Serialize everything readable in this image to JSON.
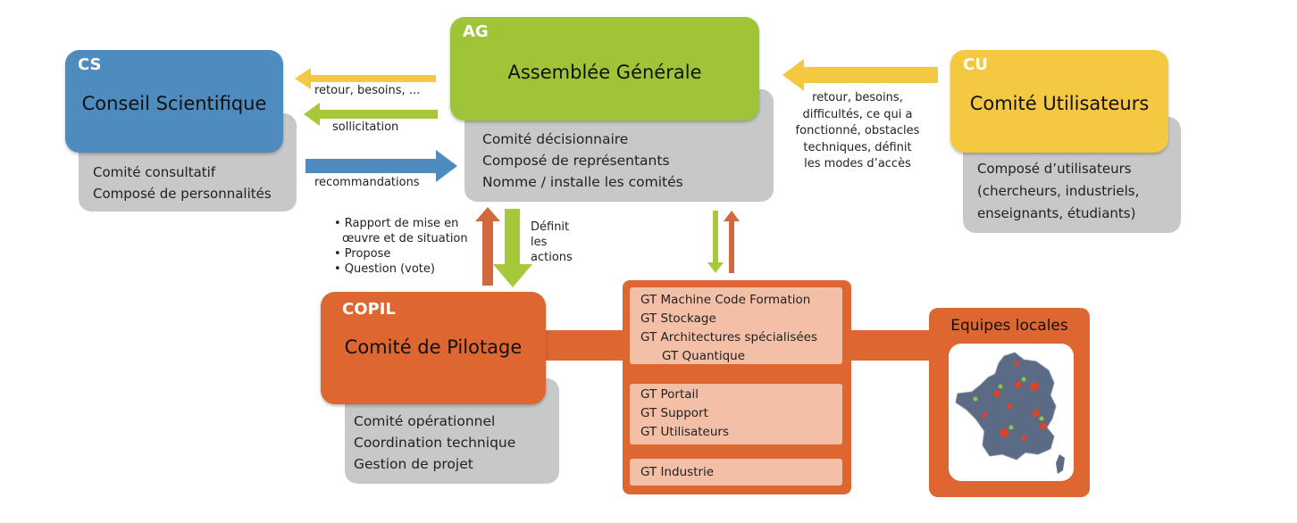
{
  "ag": {
    "code": "AG",
    "name": "Assemblée Générale",
    "desc": [
      "Comité décisionnaire",
      "Composé de représentants",
      "Nomme / installe les comités"
    ]
  },
  "cs": {
    "code": "CS",
    "name": "Conseil Scientifique",
    "desc": [
      "Comité consultatif",
      "Composé de personnalités"
    ]
  },
  "cu": {
    "code": "CU",
    "name": "Comité Utilisateurs",
    "desc": [
      "Composé d’utilisateurs",
      "(chercheurs, industriels,",
      "enseignants, étudiants)"
    ]
  },
  "copil": {
    "code": "COPIL",
    "name": "Comité de Pilotage",
    "desc": [
      "Comité opérationnel",
      "Coordination technique",
      "Gestion de projet"
    ]
  },
  "labels": {
    "retour_cs": "retour, besoins, ...",
    "sollicitation": "sollicitation",
    "recommandations": "recommandations",
    "retour_cu": [
      "retour, besoins,",
      "difficultés, ce qui a",
      "fonctionné, obstacles",
      "techniques, définit",
      "les modes d’accès"
    ],
    "copil_up": [
      "• Rapport de mise en",
      "œuvre et de situation",
      "• Propose",
      "• Question (vote)"
    ],
    "definit": [
      "Définit",
      "les",
      "actions"
    ]
  },
  "gt_groups": [
    [
      "GT Machine Code Formation",
      "GT Stockage",
      "GT Architectures spécialisées",
      "GT Quantique"
    ],
    [
      "GT Portail",
      "GT Support",
      "GT Utilisateurs"
    ],
    [
      "GT Industrie"
    ]
  ],
  "equipes": {
    "title": "Equipes locales"
  },
  "colors": {
    "ag": "#9fc437",
    "cs": "#4e8bbf",
    "cu": "#f5c842",
    "orange": "#de6631",
    "grey": "#c8c8c8",
    "arrow_yellow": "#f5c842",
    "arrow_green": "#a8c83c",
    "arrow_blue": "#4e8bbf",
    "arrow_orange": "#d2693c"
  }
}
